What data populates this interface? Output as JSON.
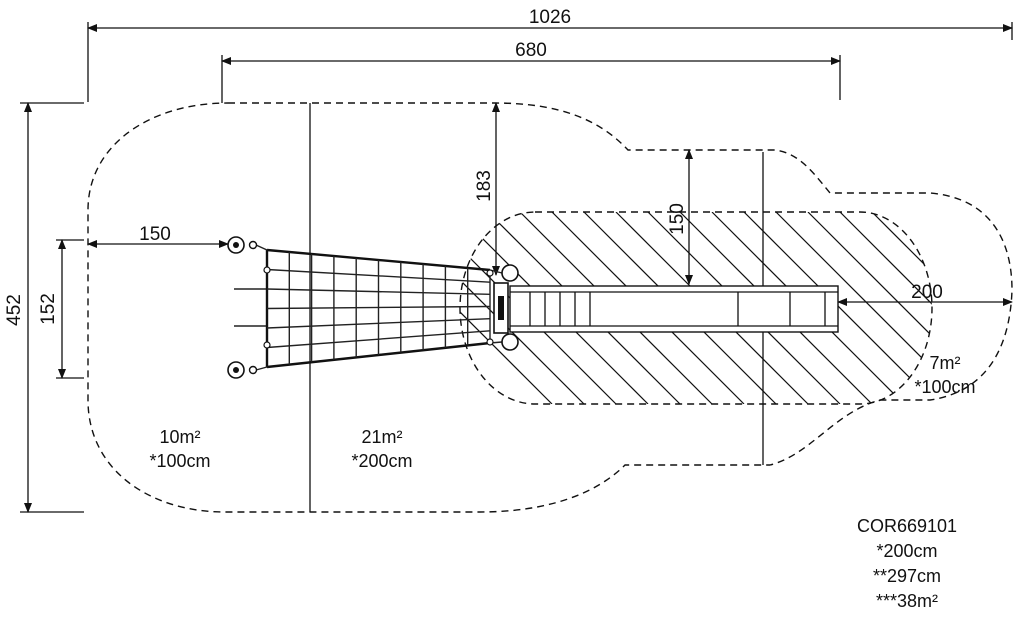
{
  "dimensions": {
    "total_width": "1026",
    "inner_width": "680",
    "total_height": "452",
    "left_offset": "150",
    "net_height": "152",
    "top_offset": "183",
    "slide_offset": "150",
    "slide_right": "200"
  },
  "zones": {
    "left": {
      "area": "10m²",
      "depth": "*100cm"
    },
    "middle": {
      "area": "21m²",
      "depth": "*200cm"
    },
    "slide": {
      "area": "7m²",
      "depth": "*100cm"
    }
  },
  "product": {
    "code": "COR669101",
    "height": "*200cm",
    "fall_height": "**297cm",
    "total_area": "***38m²"
  }
}
